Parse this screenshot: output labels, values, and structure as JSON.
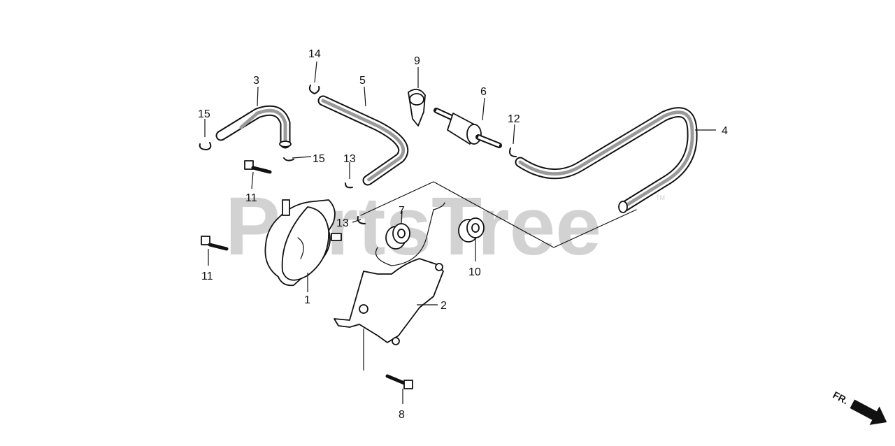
{
  "watermark": {
    "text": "PartsTree",
    "tm": "TM"
  },
  "direction_marker": {
    "label": "FR."
  },
  "parts": [
    {
      "id": "p1",
      "number": "1",
      "name": "fuel-pump"
    },
    {
      "id": "p2",
      "number": "2",
      "name": "pump-bracket"
    },
    {
      "id": "p3",
      "number": "3",
      "name": "elbow-hose"
    },
    {
      "id": "p4",
      "number": "4",
      "name": "fuel-hose-long"
    },
    {
      "id": "p5",
      "number": "5",
      "name": "fuel-hose-short"
    },
    {
      "id": "p6",
      "number": "6",
      "name": "fuel-filter"
    },
    {
      "id": "p7",
      "number": "7",
      "name": "grommet-left"
    },
    {
      "id": "p8",
      "number": "8",
      "name": "bracket-bolt"
    },
    {
      "id": "p9",
      "number": "9",
      "name": "filter-clamp"
    },
    {
      "id": "p10",
      "number": "10",
      "name": "grommet-right"
    },
    {
      "id": "p11a",
      "number": "11",
      "name": "pump-bolt-upper"
    },
    {
      "id": "p11b",
      "number": "11",
      "name": "pump-bolt-lower"
    },
    {
      "id": "p12",
      "number": "12",
      "name": "hose-clip"
    },
    {
      "id": "p13a",
      "number": "13",
      "name": "hose-clip-upper"
    },
    {
      "id": "p13b",
      "number": "13",
      "name": "hose-clip-lower"
    },
    {
      "id": "p14",
      "number": "14",
      "name": "hose-clip-top"
    },
    {
      "id": "p15a",
      "number": "15",
      "name": "hose-clip-left"
    },
    {
      "id": "p15b",
      "number": "15",
      "name": "hose-clip-right"
    }
  ]
}
